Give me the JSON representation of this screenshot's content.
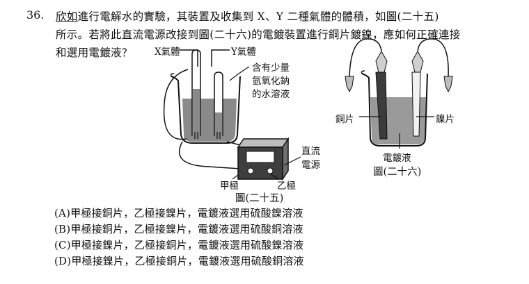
{
  "question": {
    "number": "36.",
    "line1_underlined": "欣如",
    "line1_rest": "進行電解水的實驗，其裝置及收集到 X、Y 二種氣體的體積，如圖(二十五)",
    "line2": "所示。若將此直流電源改接到圖(二十六)的電鍍裝置進行銅片鍍鎳，應如何正確連接",
    "line3": "和選用電鍍液？"
  },
  "figure25": {
    "label_x_gas": "X氣體",
    "label_y_gas": "Y氣體",
    "solution_label": [
      "含有少量",
      "氫氧化鈉",
      "的水溶液"
    ],
    "power_label": [
      "直流",
      "電源"
    ],
    "electrode_a": "甲極",
    "electrode_b": "乙極",
    "caption": "圖(二十五)"
  },
  "figure26": {
    "copper_label": "銅片",
    "nickel_label": "鎳片",
    "plating_solution": "電鍍液",
    "caption": "圖(二十六)"
  },
  "options": [
    "(A)甲極接銅片，乙極接鎳片，電鍍液選用硫酸鎳溶液",
    "(B)甲極接銅片，乙極接鎳片，電鍍液選用硫酸銅溶液",
    "(C)甲極接鎳片，乙極接銅片，電鍍液選用硫酸鎳溶液",
    "(D)甲極接鎳片，乙極接銅片，電鍍液選用硫酸銅溶液"
  ]
}
